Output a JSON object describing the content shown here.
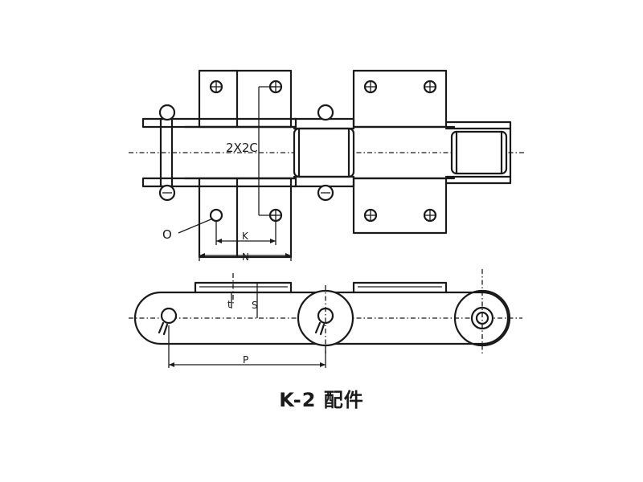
{
  "diagram": {
    "labels": {
      "pitch_twice_c": "2X2C",
      "hole_o": "O",
      "dim_k": "K",
      "dim_n": "N",
      "dim_t": "t",
      "dim_s": "S",
      "dim_p": "P"
    },
    "caption": "K-2 配件"
  }
}
